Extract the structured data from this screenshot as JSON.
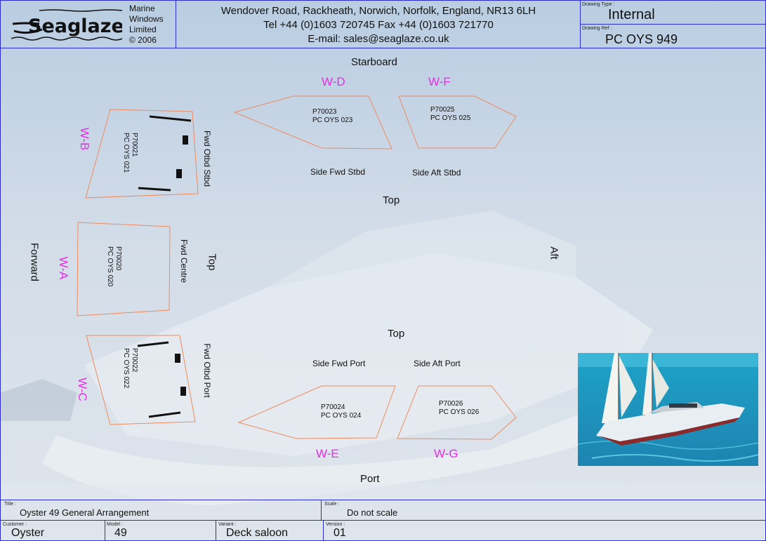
{
  "company": {
    "logo_text": "Seaglaze",
    "name_lines": [
      "Marine",
      "Windows",
      "Limited",
      "© 2006"
    ],
    "address": "Wendover Road, Rackheath, Norwich, Norfolk, England, NR13 6LH",
    "phone_line": "Tel +44 (0)1603 720745  Fax +44 (0)1603 721770",
    "email_line": "E-mail:  sales@seaglaze.co.uk"
  },
  "drawing": {
    "type_label": "Drawing Type :",
    "type_value": "Internal",
    "ref_label": "Drawing Ref :",
    "ref_value": "PC OYS 949"
  },
  "directions": {
    "starboard": "Starboard",
    "port": "Port",
    "forward": "Forward",
    "aft": "Aft",
    "top_upper": "Top",
    "top_lower": "Top",
    "top_vertical": "Top"
  },
  "windows": [
    {
      "id": "W-D",
      "part": "P70023",
      "code": "PC OYS 023",
      "position": "Side Fwd Stbd"
    },
    {
      "id": "W-F",
      "part": "P70025",
      "code": "PC OYS 025",
      "position": "Side Aft Stbd"
    },
    {
      "id": "W-B",
      "part": "P70021",
      "code": "PC OYS 021",
      "position": "Fwd Otbd Stbd"
    },
    {
      "id": "W-A",
      "part": "P70020",
      "code": "PC OYS 020",
      "position": "Fwd Centre"
    },
    {
      "id": "W-C",
      "part": "P70022",
      "code": "PC OYS 022",
      "position": "Fwd Otbd Port"
    },
    {
      "id": "W-E",
      "part": "P70024",
      "code": "PC OYS 024",
      "position": "Side Fwd Port"
    },
    {
      "id": "W-G",
      "part": "P70026",
      "code": "PC OYS 026",
      "position": "Side Aft Port"
    }
  ],
  "title_block": {
    "title_label": "Title :",
    "title_value": "Oyster 49 General Arrangement",
    "scale_label": "Scale :",
    "scale_value": "Do not scale",
    "customer_label": "Customer :",
    "customer_value": "Oyster",
    "model_label": "Model :",
    "model_value": "49",
    "variant_label": "Variant :",
    "variant_value": "Deck saloon",
    "version_label": "Version :",
    "version_value": "01"
  },
  "colors": {
    "outline": "#f08a5d",
    "window_id": "#e62ee6",
    "border": "#2b2bd0",
    "background": "#c9d6e6"
  }
}
